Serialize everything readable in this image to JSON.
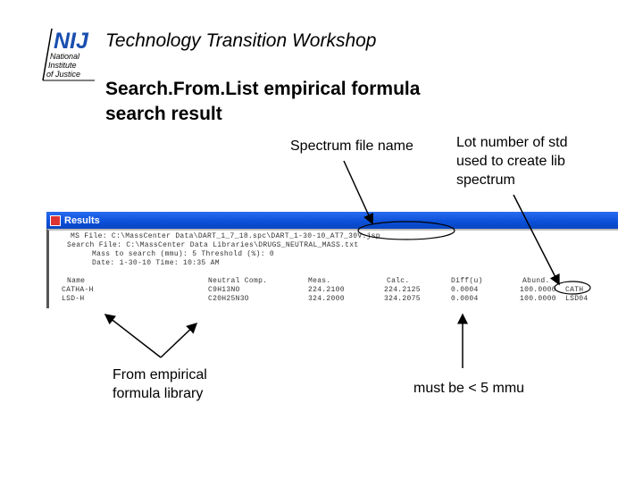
{
  "header": {
    "logo_text": "NIJ National Institute of Justice",
    "workshop": "Technology Transition Workshop"
  },
  "slide_title": "Search.From.List empirical formula search result",
  "annotations": {
    "spectrum_file": "Spectrum file name",
    "lot_number": "Lot number of std used to create lib spectrum",
    "from_library": "From empirical formula library",
    "must_be": "must be < 5 mmu"
  },
  "window": {
    "title": "Results",
    "info_lines": [
      "MS File: C:\\MassCenter Data\\DART_1_7_18.spc\\DART_1-30-10_AT7_30V.jsp",
      "Search File: C:\\MassCenter Data Libraries\\DRUGS_NEUTRAL_MASS.txt",
      "Mass to search (mmu): 5 Threshold (%): 0",
      "Date: 1-30-10 Time: 10:35 AM"
    ],
    "columns": [
      "Name",
      "Neutral Comp.",
      "Meas.",
      "Calc.",
      "Diff(u)",
      "Abund."
    ],
    "rows": [
      [
        "CATHA-H",
        "C9H13NO",
        "224.2100",
        "224.2125",
        "0.0004",
        "100.0000",
        "CATH"
      ],
      [
        "LSD-H",
        "C20H25N3O",
        "324.2000",
        "324.2075",
        "0.0004",
        "100.0000",
        "LSD04"
      ]
    ]
  }
}
